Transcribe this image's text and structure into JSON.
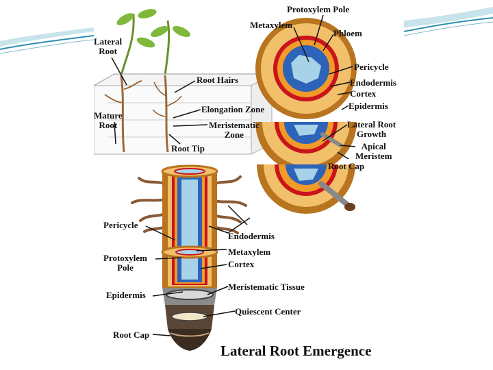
{
  "labels": {
    "protoxylem_pole_top": "Protoxylem Pole",
    "metaxylem_top": "Metaxylem",
    "phloem": "Phloem",
    "lateral_root": "Lateral\nRoot",
    "pericycle_top": "Pericycle",
    "endodermis_top": "Endodermis",
    "cortex_top": "Cortex",
    "epidermis_top": "Epidermis",
    "root_hairs": "Root Hairs",
    "mature_root": "Mature\nRoot",
    "elongation_zone": "Elongation Zone",
    "meristematic_zone": "Meristematic\nZone",
    "lateral_root_growth": "Lateral Root\nGrowth",
    "apical_meristem": "Apical\nMeristem",
    "root_tip": "Root Tip",
    "root_cap_top": "Root Cap",
    "pericycle_bottom": "Pericycle",
    "endodermis_bottom": "Endodermis",
    "metaxylem_bottom": "Metaxylem",
    "protoxylem_pole_bottom": "Protoxylem\nPole",
    "cortex_bottom": "Cortex",
    "meristematic_tissue": "Meristematic Tissue",
    "epidermis_bottom": "Epidermis",
    "quiescent_center": "Quiescent Center",
    "root_cap_bottom": "Root Cap"
  },
  "title": "Lateral Root Emergence",
  "colors": {
    "slide_accent": "#2e8fb0",
    "slide_deco": "#c7e3ec",
    "epidermis": "#b8741e",
    "cortex": "#f2c06a",
    "endodermis": "#c9141c",
    "pericycle": "#f29a2a",
    "stele": "#2d63b8",
    "xylem": "#a8d2e8",
    "root_hair": "#8a5a36",
    "stem": "#6a8f2e",
    "leaf": "#7fb83a"
  }
}
